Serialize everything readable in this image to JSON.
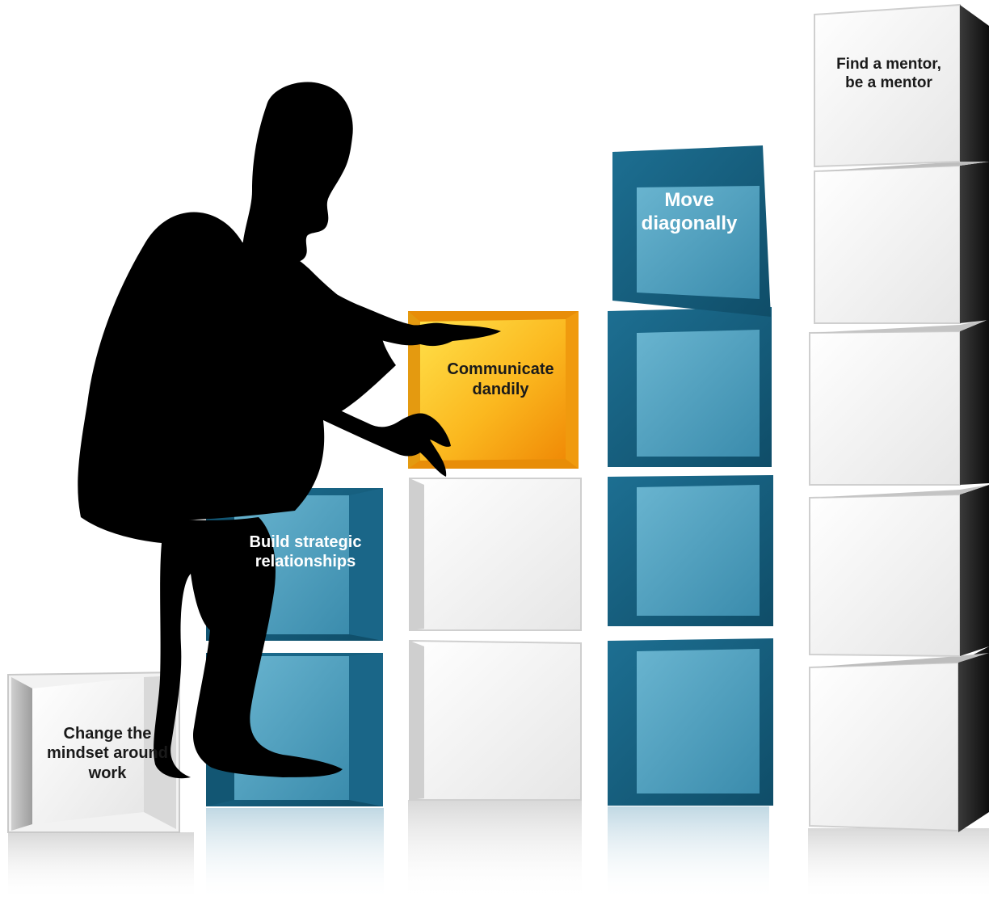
{
  "colors": {
    "background": "#ffffff",
    "white_block": "#f4f4f4",
    "white_block_edge": "#bdbdbd",
    "dark_block_side": "#1e1e1e",
    "blue_block": "#5aa9c6",
    "blue_block_dark": "#17607f",
    "orange_block": "#f7a516",
    "orange_block_light": "#ffd23a",
    "silhouette": "#000000"
  },
  "steps": [
    {
      "label": "Change the mindset around work",
      "lines": [
        "Change the",
        "mindset around",
        "work"
      ],
      "block_color": "white"
    },
    {
      "label": "Build strategic relationships",
      "lines": [
        "Build strategic",
        "relationships"
      ],
      "block_color": "blue"
    },
    {
      "label": "Communicate dandily",
      "lines": [
        "Communicate",
        "dandily"
      ],
      "block_color": "orange"
    },
    {
      "label": "Move diagonally",
      "lines": [
        "Move",
        "diagonally"
      ],
      "block_color": "blue"
    },
    {
      "label": "Find a mentor, be a mentor",
      "lines": [
        "Find a mentor,",
        "be a mentor"
      ],
      "block_color": "white"
    }
  ],
  "figure": {
    "icon": "woman-silhouette-icon"
  }
}
